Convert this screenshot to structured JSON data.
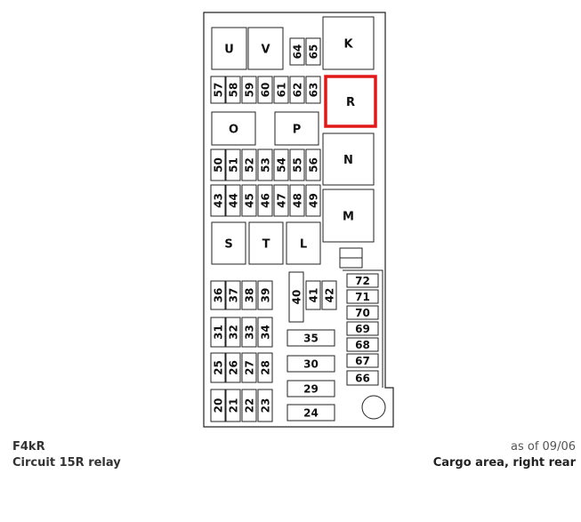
{
  "fuse_box": {
    "relays": [
      "U",
      "V",
      "K",
      "R",
      "O",
      "P",
      "N",
      "M",
      "S",
      "T",
      "L"
    ],
    "highlighted_relay": "R",
    "fuses_vertical": [
      "64",
      "65",
      "57",
      "58",
      "59",
      "60",
      "61",
      "62",
      "63",
      "50",
      "51",
      "52",
      "53",
      "54",
      "55",
      "56",
      "43",
      "44",
      "45",
      "46",
      "47",
      "48",
      "49",
      "36",
      "37",
      "38",
      "39",
      "40",
      "41",
      "42",
      "31",
      "32",
      "33",
      "34",
      "25",
      "26",
      "27",
      "28",
      "20",
      "21",
      "22",
      "23"
    ],
    "fuses_horizontal": [
      "35",
      "30",
      "29",
      "24",
      "72",
      "71",
      "70",
      "69",
      "68",
      "67",
      "66"
    ],
    "highlight_color": "#e01818",
    "line_color": "#222222"
  },
  "caption": {
    "code": "F4kR",
    "circuit": "Circuit 15R relay",
    "date": "as of 09/06",
    "location": "Cargo area, right rear"
  }
}
